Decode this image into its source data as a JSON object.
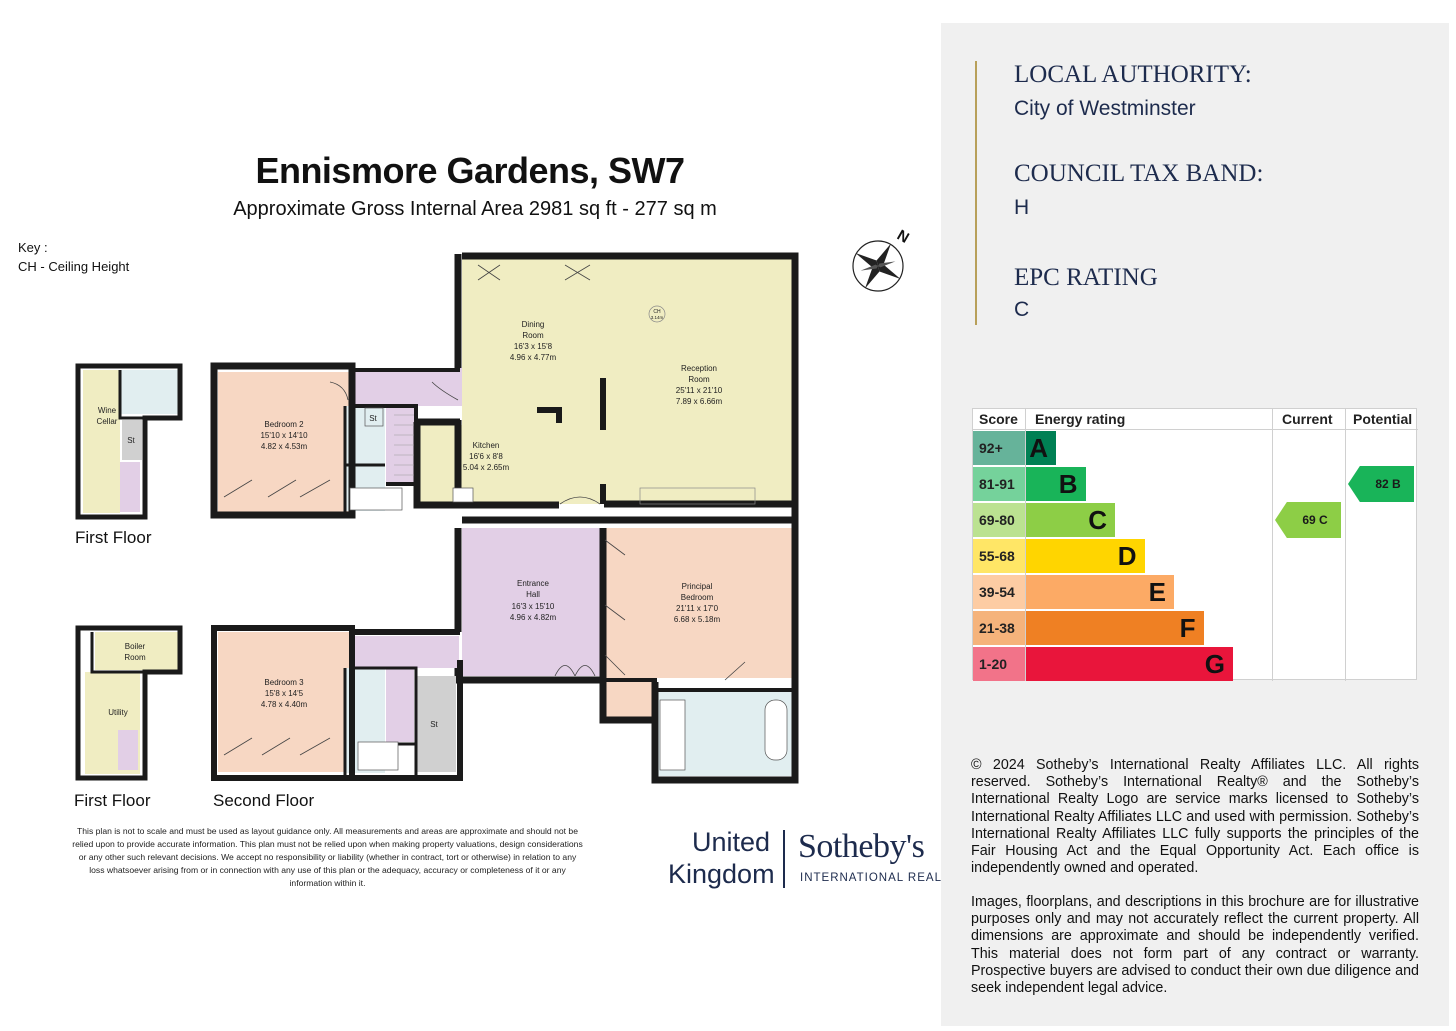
{
  "header": {
    "title": "Ennismore Gardens, SW7",
    "subtitle": "Approximate Gross Internal Area 2981 sq ft - 277 sq m"
  },
  "key": {
    "heading": "Key :",
    "item": "CH - Ceiling Height"
  },
  "floorplan": {
    "compass_letter": "N",
    "ceiling_note": [
      "CH",
      "3.14m"
    ],
    "rooms": {
      "wine_cellar": [
        "Wine",
        "Cellar"
      ],
      "bedroom2": [
        "Bedroom 2",
        "15'10 x 14'10",
        "4.82 x 4.53m"
      ],
      "dining": [
        "Dining",
        "Room",
        "16'3 x 15'8",
        "4.96 x 4.77m"
      ],
      "reception": [
        "Reception",
        "Room",
        "25'11 x 21'10",
        "7.89 x 6.66m"
      ],
      "kitchen": [
        "Kitchen",
        "16'6 x 8'8",
        "5.04 x 2.65m"
      ],
      "entrance": [
        "Entrance",
        "Hall",
        "16'3 x 15'10",
        "4.96 x 4.82m"
      ],
      "principal": [
        "Principal",
        "Bedroom",
        "21'11 x 17'0",
        "6.68 x 5.18m"
      ],
      "boiler": [
        "Boiler",
        "Room"
      ],
      "utility": "Utility",
      "bedroom3": [
        "Bedroom 3",
        "15'8 x 14'5",
        "4.78 x 4.40m"
      ],
      "store": "St"
    },
    "floor_labels": {
      "first_top": "First Floor",
      "first_bottom": "First Floor",
      "second": "Second Floor"
    },
    "disclaimer": "This plan is not to scale and must be used as layout guidance only. All measurements and areas are approximate and should not be relied upon to provide accurate information. This plan must not be relied upon when making property valuations, design considerations or any other such relevant decisions. We accept no responsibility or liability (whether in contract, tort or otherwise) in relation to any loss whatsoever arising from or in connection with any use of this plan or the adequacy, accuracy or completeness of it or any information within it."
  },
  "logo": {
    "region_line1": "United",
    "region_line2": "Kingdom",
    "brand": "Sotheby's",
    "brand_sub": "INTERNATIONAL REALTY"
  },
  "info": {
    "local_authority_label": "LOCAL AUTHORITY:",
    "local_authority_value": "City of Westminster",
    "council_tax_label": "COUNCIL TAX BAND:",
    "council_tax_value": "H",
    "epc_label": "EPC RATING",
    "epc_value": "C"
  },
  "epc_chart": {
    "headers": {
      "score": "Score",
      "rating": "Energy rating",
      "current": "Current",
      "potential": "Potential"
    },
    "bands": [
      {
        "score": "92+",
        "letter": "A",
        "color": "#008054",
        "score_bg": "#66b39a"
      },
      {
        "score": "81-91",
        "letter": "B",
        "color": "#19b459",
        "score_bg": "#75d29b"
      },
      {
        "score": "69-80",
        "letter": "C",
        "color": "#8dce46",
        "score_bg": "#bbe291"
      },
      {
        "score": "55-68",
        "letter": "D",
        "color": "#ffd500",
        "score_bg": "#ffe666"
      },
      {
        "score": "39-54",
        "letter": "E",
        "color": "#fcaa65",
        "score_bg": "#fdcca3"
      },
      {
        "score": "21-38",
        "letter": "F",
        "color": "#ef8023",
        "score_bg": "#f5b37b"
      },
      {
        "score": "1-20",
        "letter": "G",
        "color": "#e9153b",
        "score_bg": "#f27389"
      }
    ],
    "current": {
      "value": 69,
      "letter": "C",
      "label": "69 C",
      "color": "#8dce46"
    },
    "potential": {
      "value": 82,
      "letter": "B",
      "label": "82 B",
      "color": "#19b459"
    }
  },
  "legal": {
    "copyright": "© 2024 Sotheby’s International Realty Affiliates LLC. All rights reserved. Sotheby’s International Realty® and the Sotheby’s International Realty Logo are service marks licensed to Sotheby’s International Realty Affiliates LLC and used with permission. Sotheby’s International Realty Affiliates LLC fully supports the principles of the Fair Housing Act and the Equal Opportunity Act. Each office is independently owned and operated.",
    "notice": "Images, floorplans, and descriptions in this brochure are for illustrative purposes only and may not accurately reflect the current property. All dimensions are approximate and should be independently verified. This material does not form part of any contract or warranty. Prospective buyers are advised to conduct their own due diligence and seek independent legal advice."
  }
}
